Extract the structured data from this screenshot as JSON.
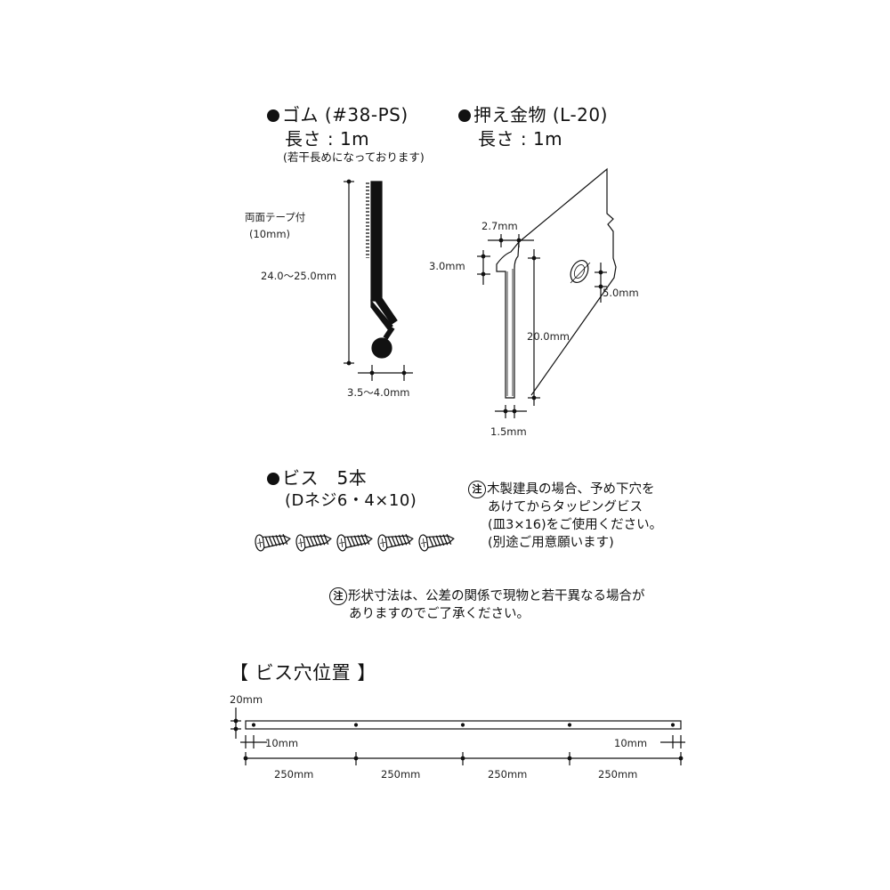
{
  "rubber": {
    "title": "ゴム (#38-PS)",
    "length": "長さ : 1m",
    "length_note": "(若干長めになっております)",
    "tape_label": "両面テープ付",
    "tape_size": "(10mm)",
    "height_dim": "24.0〜25.0mm",
    "width_dim": "3.5〜4.0mm"
  },
  "bracket": {
    "title": "押え金物 (L-20)",
    "length": "長さ : 1m",
    "dim_top": "2.7mm",
    "dim_lip": "3.0mm",
    "dim_hole": "5.0mm",
    "dim_height": "20.0mm",
    "dim_thickness": "1.5mm"
  },
  "screws": {
    "title": "ビス　5本",
    "spec": "(Dネジ6・4×10)",
    "count": 5
  },
  "notes": {
    "symbol": "注",
    "wood": [
      "木製建具の場合、予め下穴を",
      "あけてからタッピングビス",
      "(皿3×16)をご使用ください。",
      "(別途ご用意願います)"
    ],
    "shape": [
      "形状寸法は、公差の関係で現物と若干異なる場合が",
      "ありますのでご了承ください。"
    ]
  },
  "hole_position": {
    "title": "【 ビス穴位置 】",
    "edge_dim": "20mm",
    "left_margin": "10mm",
    "right_margin": "10mm",
    "spacings": [
      "250mm",
      "250mm",
      "250mm",
      "250mm"
    ]
  }
}
